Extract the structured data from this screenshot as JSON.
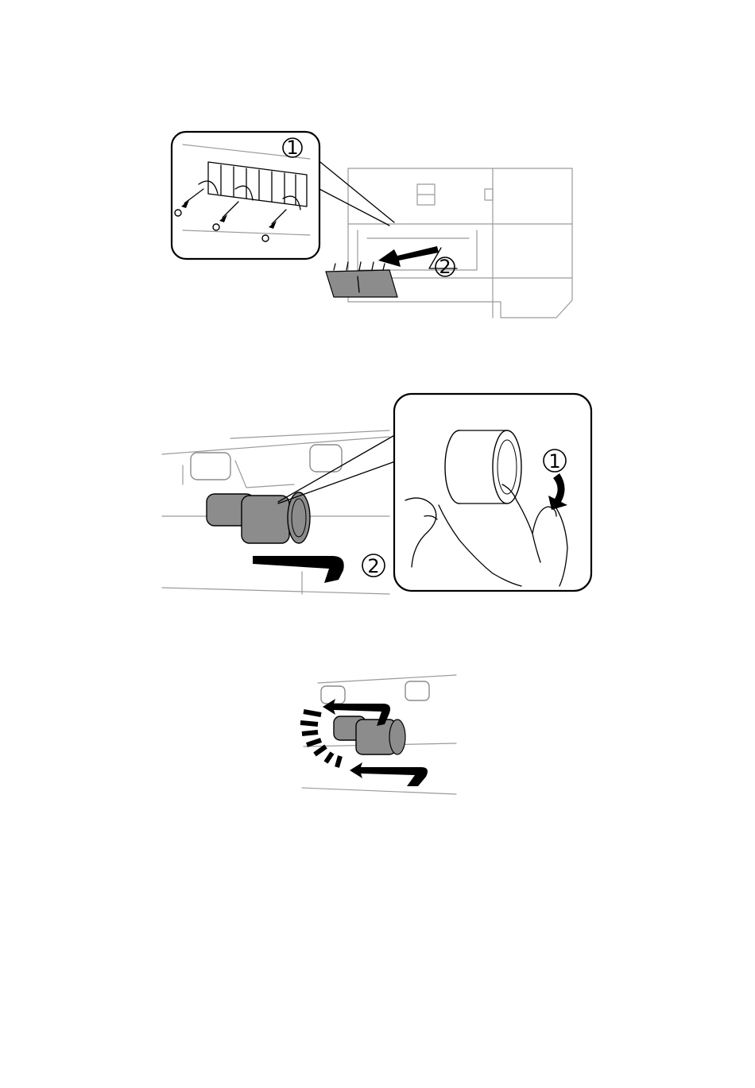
{
  "figures": [
    {
      "callouts": {
        "step1": "1",
        "step2": "2"
      },
      "icons": [
        "screw-icon",
        "arrow-icon",
        "cover-icon"
      ]
    },
    {
      "callouts": {
        "step1": "1",
        "step2": "2"
      },
      "icons": [
        "roller-icon",
        "hand-icon",
        "arrow-icon"
      ]
    },
    {
      "icons": [
        "roller-icon",
        "arrow-icon",
        "click-mark-icon"
      ]
    }
  ],
  "colors": {
    "line": "#000000",
    "gray": "#8c8c8c",
    "background": "#ffffff"
  }
}
